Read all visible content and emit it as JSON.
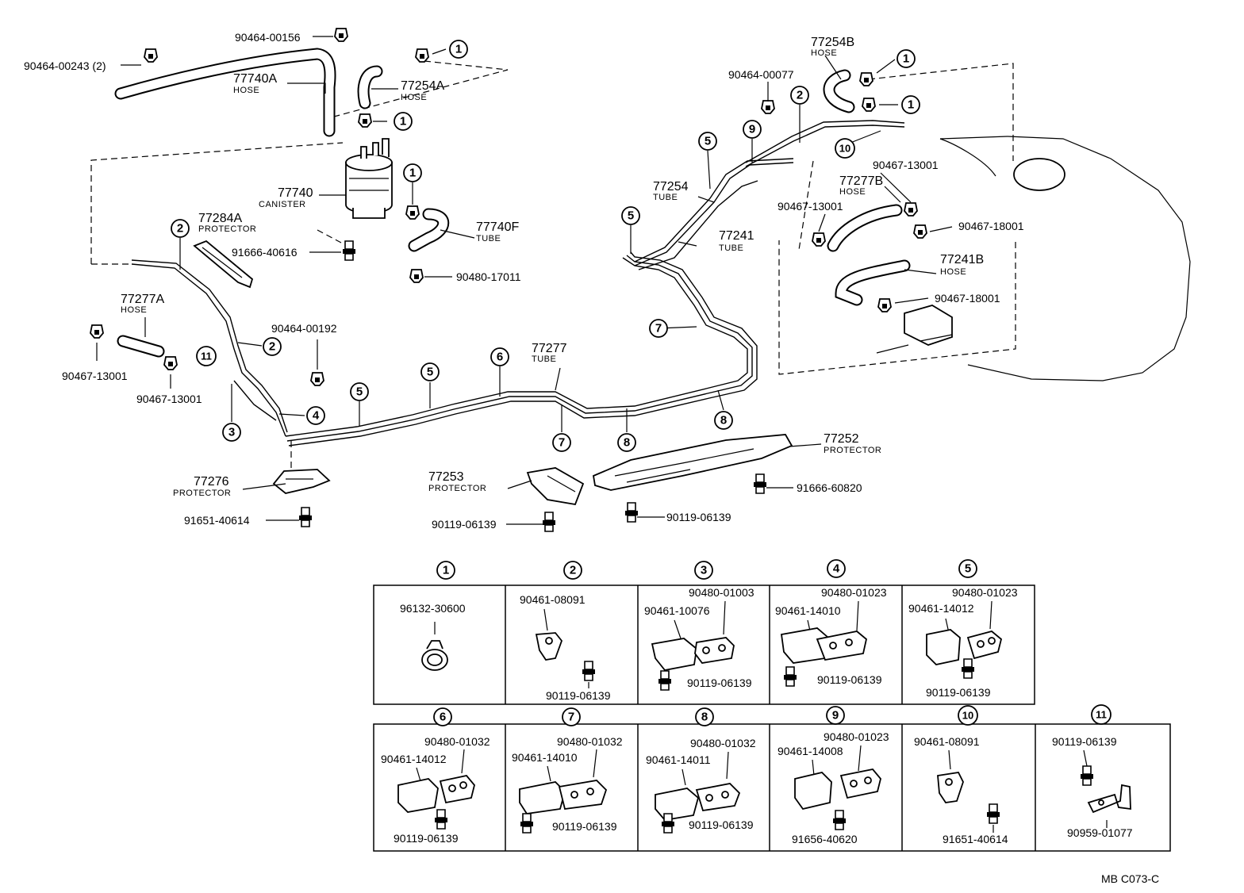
{
  "diagram_code": "MB  C073-C",
  "main_labels": [
    {
      "id": "l_00156",
      "text": "90464-00156"
    },
    {
      "id": "l_00243",
      "text": "90464-00243 (2)"
    },
    {
      "id": "l_77740A",
      "text": "77740A"
    },
    {
      "id": "l_77740A_sub",
      "text": "HOSE"
    },
    {
      "id": "l_77254A",
      "text": "77254A"
    },
    {
      "id": "l_77254A_sub",
      "text": "HOSE"
    },
    {
      "id": "l_77740",
      "text": "77740"
    },
    {
      "id": "l_77740_sub",
      "text": "CANISTER"
    },
    {
      "id": "l_77284A",
      "text": "77284A"
    },
    {
      "id": "l_77284A_sub",
      "text": "PROTECTOR"
    },
    {
      "id": "l_40616",
      "text": "91666-40616"
    },
    {
      "id": "l_77740F",
      "text": "77740F"
    },
    {
      "id": "l_77740F_sub",
      "text": "TUBE"
    },
    {
      "id": "l_17011",
      "text": "90480-17011"
    },
    {
      "id": "l_77277A",
      "text": "77277A"
    },
    {
      "id": "l_77277A_sub",
      "text": "HOSE"
    },
    {
      "id": "l_00192",
      "text": "90464-00192"
    },
    {
      "id": "l_13001a",
      "text": "90467-13001"
    },
    {
      "id": "l_13001b",
      "text": "90467-13001"
    },
    {
      "id": "l_77277",
      "text": "77277"
    },
    {
      "id": "l_77277_sub",
      "text": "TUBE"
    },
    {
      "id": "l_77276",
      "text": "77276"
    },
    {
      "id": "l_77276_sub",
      "text": "PROTECTOR"
    },
    {
      "id": "l_40614",
      "text": "91651-40614"
    },
    {
      "id": "l_77253",
      "text": "77253"
    },
    {
      "id": "l_77253_sub",
      "text": "PROTECTOR"
    },
    {
      "id": "l_06139a",
      "text": "90119-06139"
    },
    {
      "id": "l_06139b",
      "text": "90119-06139"
    },
    {
      "id": "l_77252",
      "text": "77252"
    },
    {
      "id": "l_77252_sub",
      "text": "PROTECTOR"
    },
    {
      "id": "l_60820",
      "text": "91666-60820"
    },
    {
      "id": "l_77254B",
      "text": "77254B"
    },
    {
      "id": "l_77254B_sub",
      "text": "HOSE"
    },
    {
      "id": "l_00077",
      "text": "90464-00077"
    },
    {
      "id": "l_77254",
      "text": "77254"
    },
    {
      "id": "l_77254_sub",
      "text": "TUBE"
    },
    {
      "id": "l_77241",
      "text": "77241"
    },
    {
      "id": "l_77241_sub",
      "text": "TUBE"
    },
    {
      "id": "l_13001c",
      "text": "90467-13001"
    },
    {
      "id": "l_77277B",
      "text": "77277B"
    },
    {
      "id": "l_77277B_sub",
      "text": "HOSE"
    },
    {
      "id": "l_13001d",
      "text": "90467-13001"
    },
    {
      "id": "l_18001a",
      "text": "90467-18001"
    },
    {
      "id": "l_77241B",
      "text": "77241B"
    },
    {
      "id": "l_77241B_sub",
      "text": "HOSE"
    },
    {
      "id": "l_18001b",
      "text": "90467-18001"
    }
  ],
  "callouts": [
    {
      "id": "c1a",
      "number": "1"
    },
    {
      "id": "c1b",
      "number": "1"
    },
    {
      "id": "c1c",
      "number": "1"
    },
    {
      "id": "c1d",
      "number": "1"
    },
    {
      "id": "c1e",
      "number": "1"
    },
    {
      "id": "c2a",
      "number": "2"
    },
    {
      "id": "c2b",
      "number": "2"
    },
    {
      "id": "c2c",
      "number": "2"
    },
    {
      "id": "c3a",
      "number": "3"
    },
    {
      "id": "c4a",
      "number": "4"
    },
    {
      "id": "c5a",
      "number": "5"
    },
    {
      "id": "c5b",
      "number": "5"
    },
    {
      "id": "c5c",
      "number": "5"
    },
    {
      "id": "c5d",
      "number": "5"
    },
    {
      "id": "c6a",
      "number": "6"
    },
    {
      "id": "c7a",
      "number": "7"
    },
    {
      "id": "c7b",
      "number": "7"
    },
    {
      "id": "c8a",
      "number": "8"
    },
    {
      "id": "c8b",
      "number": "8"
    },
    {
      "id": "c9a",
      "number": "9"
    },
    {
      "id": "c10a",
      "number": "10"
    },
    {
      "id": "c11a",
      "number": "11"
    }
  ],
  "detail_panels": [
    {
      "number": "1",
      "labels": [
        "96132-30600"
      ]
    },
    {
      "number": "2",
      "labels": [
        "90461-08091",
        "90119-06139"
      ]
    },
    {
      "number": "3",
      "labels": [
        "90480-01003",
        "90461-10076",
        "90119-06139"
      ]
    },
    {
      "number": "4",
      "labels": [
        "90480-01023",
        "90461-14010",
        "90119-06139"
      ]
    },
    {
      "number": "5",
      "labels": [
        "90480-01023",
        "90461-14012",
        "90119-06139"
      ]
    },
    {
      "number": "6",
      "labels": [
        "90480-01032",
        "90461-14012",
        "90119-06139"
      ]
    },
    {
      "number": "7",
      "labels": [
        "90480-01032",
        "90461-14010",
        "90119-06139"
      ]
    },
    {
      "number": "8",
      "labels": [
        "90480-01032",
        "90461-14011",
        "90119-06139"
      ]
    },
    {
      "number": "9",
      "labels": [
        "90480-01023",
        "90461-14008",
        "91656-40620"
      ]
    },
    {
      "number": "10",
      "labels": [
        "90461-08091",
        "91651-40614"
      ]
    },
    {
      "number": "11",
      "labels": [
        "90119-06139",
        "90959-01077"
      ]
    }
  ]
}
